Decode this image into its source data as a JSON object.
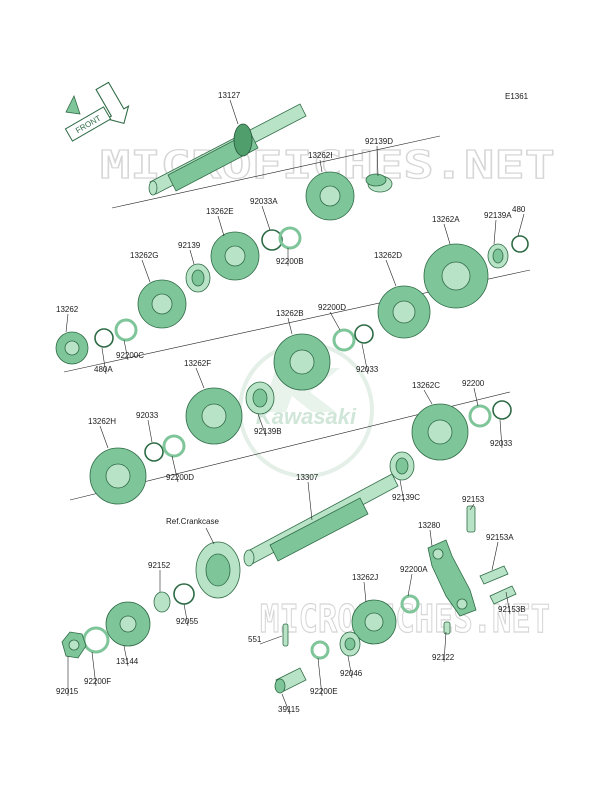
{
  "diagram_code": "E1361",
  "direction_marker": "FRONT",
  "reference_label": "Ref.Crankcase",
  "watermark": "MICROFICHES.NET",
  "brand_watermark": "Kawasaki",
  "colors": {
    "part_fill": "#7fc59a",
    "part_stroke": "#2e6b45",
    "watermark": "#d6d6d6",
    "brand": "#5aa87a"
  },
  "parts": [
    {
      "id": "13127"
    },
    {
      "id": "92139D"
    },
    {
      "id": "13262I"
    },
    {
      "id": "92033A"
    },
    {
      "id": "13262E"
    },
    {
      "id": "92139"
    },
    {
      "id": "92200B"
    },
    {
      "id": "13262A"
    },
    {
      "id": "92139A"
    },
    {
      "id": "480"
    },
    {
      "id": "13262G"
    },
    {
      "id": "13262D"
    },
    {
      "id": "13262"
    },
    {
      "id": "480A"
    },
    {
      "id": "92200C"
    },
    {
      "id": "13262B"
    },
    {
      "id": "92200D"
    },
    {
      "id": "92033"
    },
    {
      "id": "13262F"
    },
    {
      "id": "92139B"
    },
    {
      "id": "13262C"
    },
    {
      "id": "92200"
    },
    {
      "id": "92033"
    },
    {
      "id": "13262H"
    },
    {
      "id": "92033"
    },
    {
      "id": "92200D"
    },
    {
      "id": "92139C"
    },
    {
      "id": "13307"
    },
    {
      "id": "92153"
    },
    {
      "id": "13280"
    },
    {
      "id": "92153A"
    },
    {
      "id": "92152"
    },
    {
      "id": "92200A"
    },
    {
      "id": "13262J"
    },
    {
      "id": "92153B"
    },
    {
      "id": "92055"
    },
    {
      "id": "551"
    },
    {
      "id": "92122"
    },
    {
      "id": "92046"
    },
    {
      "id": "92015"
    },
    {
      "id": "92200F"
    },
    {
      "id": "13144"
    },
    {
      "id": "92200E"
    },
    {
      "id": "39115"
    }
  ]
}
